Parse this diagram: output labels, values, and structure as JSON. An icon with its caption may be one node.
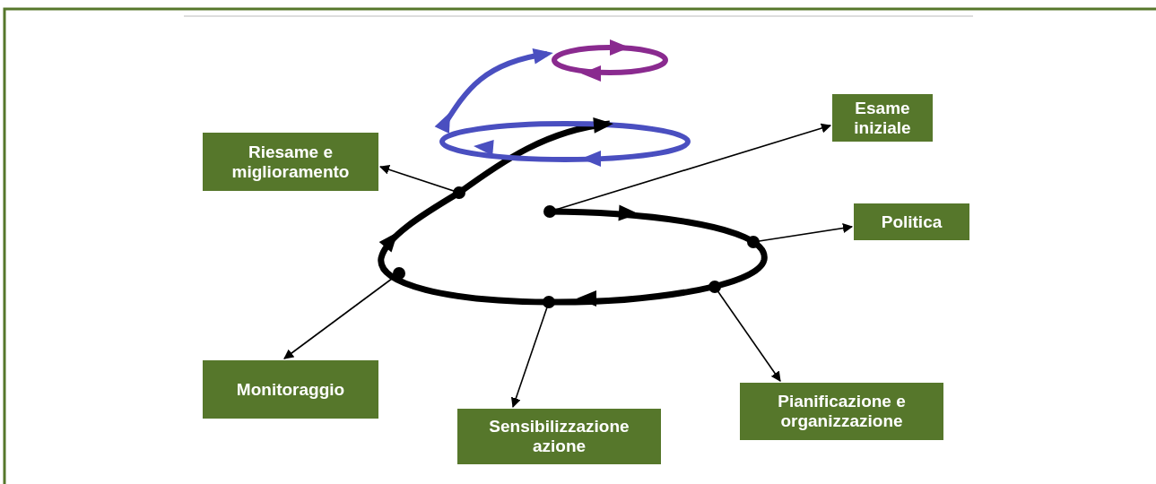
{
  "diagram": {
    "nodes": [
      {
        "text": [
          "Esame iniziale"
        ]
      },
      {
        "text": [
          "Politica"
        ]
      },
      {
        "text": [
          "Pianificazione e organizzazione"
        ]
      },
      {
        "text": [
          "Sensibilizzazione azione"
        ]
      },
      {
        "text": [
          "Monitoraggio"
        ]
      },
      {
        "text": [
          "Riesame e miglioramento"
        ]
      }
    ],
    "edges": [
      {
        "from": null,
        "to": 0,
        "arrow": "to"
      },
      {
        "from": null,
        "to": 1,
        "arrow": "to"
      },
      {
        "from": null,
        "to": 2,
        "arrow": "to"
      },
      {
        "from": null,
        "to": 3,
        "arrow": "to"
      },
      {
        "from": null,
        "to": 4,
        "arrow": "to"
      },
      {
        "from": null,
        "to": 5,
        "arrow": "to"
      }
    ]
  }
}
